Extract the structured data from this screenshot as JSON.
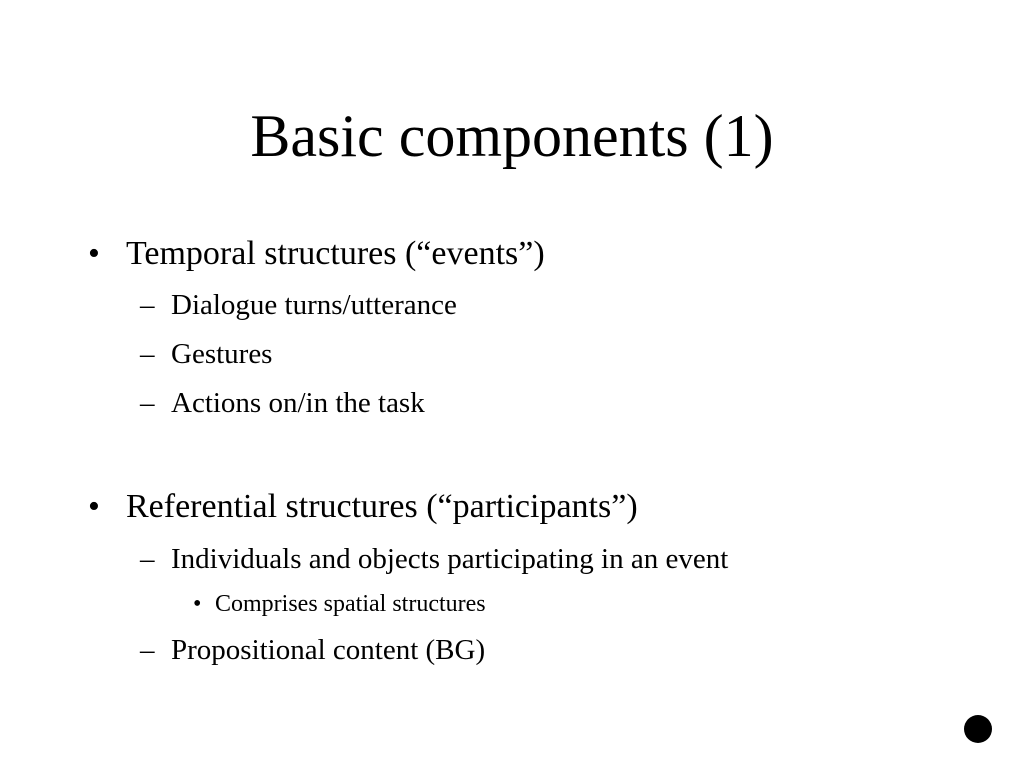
{
  "slide": {
    "title": "Basic components (1)",
    "bullets": [
      {
        "marker": "•",
        "text": "Temporal structures (“events”)",
        "subitems": [
          {
            "marker": "–",
            "text": "Dialogue turns/utterance"
          },
          {
            "marker": "–",
            "text": "Gestures"
          },
          {
            "marker": "–",
            "text": "Actions on/in the task"
          }
        ]
      },
      {
        "marker": "•",
        "text": "Referential structures (“participants”)",
        "subitems": [
          {
            "marker": "–",
            "text": "Individuals and objects participating in an event",
            "subitems": [
              {
                "marker": "•",
                "text": "Comprises spatial structures"
              }
            ]
          },
          {
            "marker": "–",
            "text": "Propositional content (BG)"
          }
        ]
      }
    ]
  }
}
